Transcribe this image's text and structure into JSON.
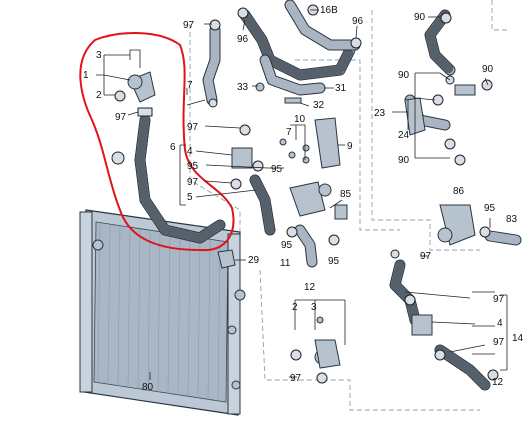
{
  "labels": {
    "l97a": "97",
    "l96a": "96",
    "l16b": "16B",
    "l96b": "96",
    "l90a": "90",
    "l3a": "3",
    "l1a": "1",
    "l2a": "2",
    "l97b": "97",
    "l7a": "7",
    "l6": "6",
    "l97c": "97",
    "l4a": "4",
    "l95a": "95",
    "l97d": "97",
    "l5": "5",
    "l33": "33",
    "l31": "31",
    "l32": "32",
    "l10": "10",
    "l7b": "7",
    "l9": "9",
    "l95b": "95",
    "l90b": "90",
    "l90c": "90",
    "l23": "23",
    "l24": "24",
    "l90d": "90",
    "l85": "85",
    "l86": "86",
    "l95c": "95",
    "l83": "83",
    "l95d": "95",
    "l11": "11",
    "l95e": "95",
    "l29": "29",
    "l97e": "97",
    "l12a": "12",
    "l2b": "2",
    "l3b": "3",
    "l97f": "97",
    "l80": "80",
    "l97g": "97",
    "l4b": "4",
    "l97h": "97",
    "l14": "14",
    "l12b": "12"
  }
}
